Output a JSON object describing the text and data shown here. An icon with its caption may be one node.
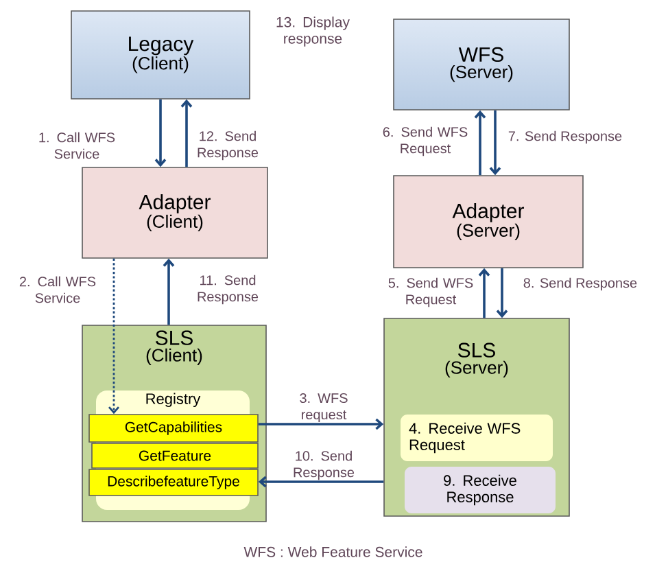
{
  "diagram": {
    "caption": "WFS : Web Feature Service",
    "nodes": [
      {
        "text": [
          "Legacy",
          "(Client)"
        ]
      },
      {
        "text": [
          "Adapter",
          "(Client)"
        ]
      },
      {
        "text": [
          "SLS",
          "(Client)"
        ]
      },
      {
        "text": [
          "Registry"
        ],
        "in": 2
      },
      {
        "text": [
          "GetCapabilities"
        ],
        "in": 3
      },
      {
        "text": [
          "GetFeature"
        ],
        "in": 3
      },
      {
        "text": [
          "DescribefeatureType"
        ],
        "in": 3
      },
      {
        "text": [
          "WFS",
          "(Server)"
        ]
      },
      {
        "text": [
          "Adapter",
          "(Server)"
        ]
      },
      {
        "text": [
          "SLS",
          "(Server)"
        ]
      },
      {
        "text": [
          "4. Receive WFS Request"
        ],
        "in": 9
      },
      {
        "text": [
          "9. Receive Response"
        ],
        "in": 9
      }
    ],
    "edges": [
      {
        "from": 0,
        "to": 1,
        "arrow": "to",
        "label": "1. Call WFS Service"
      },
      {
        "from": 1,
        "to": 0,
        "arrow": "to",
        "label": "12. Send Response"
      },
      {
        "from": 1,
        "to": 4,
        "arrow": "to",
        "label": "2. Call WFS Service",
        "style": "dashed"
      },
      {
        "from": 2,
        "to": 1,
        "arrow": "to",
        "label": "11. Send Response"
      },
      {
        "from": 4,
        "to": 9,
        "arrow": "to",
        "label": "3. WFS request"
      },
      {
        "from": 9,
        "to": 6,
        "arrow": "to",
        "label": "10. Send Response"
      },
      {
        "from": 9,
        "to": 8,
        "arrow": "to",
        "label": "5. Send WFS Request"
      },
      {
        "from": 8,
        "to": 9,
        "arrow": "to",
        "label": "8. Send Response"
      },
      {
        "from": 8,
        "to": 7,
        "arrow": "to",
        "label": "6. Send WFS Request"
      },
      {
        "from": 7,
        "to": 8,
        "arrow": "to",
        "label": "7. Send Response"
      }
    ],
    "labels": [
      "13. Display response"
    ]
  }
}
